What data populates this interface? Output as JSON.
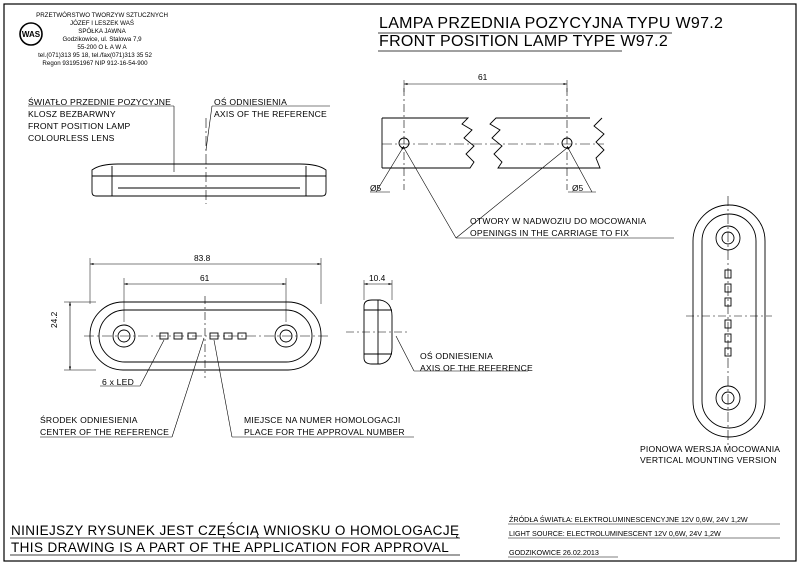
{
  "company": {
    "logo": "WAS",
    "lines": [
      "PRZETWÓRSTWO TWORZYW SZTUCZNYCH",
      "JÓZEF I LESZEK WAŚ",
      "SPÓŁKA JAWNA",
      "Godzikowice, ul. Stalowa 7,9",
      "55-200   O Ł A W A",
      "tel.(071)313 95 18, tel./fax(071)313 35 52",
      "Regon 931951967 NIP 912-16-54-900"
    ]
  },
  "title": {
    "pl": "LAMPA PRZEDNIA POZYCYJNA TYPU W97.2",
    "en": "FRONT POSITION LAMP TYPE W97.2"
  },
  "labels": {
    "lamp_pl1": "ŚWIATŁO PRZEDNIE POZYCYJNE",
    "lamp_pl2": "KLOSZ BEZBARWNY",
    "lamp_en1": "FRONT POSITION LAMP",
    "lamp_en2": "COLOURLESS LENS",
    "axis_pl": "OŚ ODNIESIENIA",
    "axis_en": "AXIS OF THE REFERENCE",
    "openings_pl": "OTWORY W NADWOZIU DO MOCOWANIA",
    "openings_en": "OPENINGS IN THE CARRIAGE TO FIX",
    "axis2_pl": "OŚ ODNIESIENIA",
    "axis2_en": "AXIS OF THE REFERENCE",
    "led": "6 x LED",
    "center_pl": "ŚRODEK ODNIESIENIA",
    "center_en": "CENTER OF THE REFERENCE",
    "approval_pl": "MIEJSCE NA NUMER HOMOLOGACJI",
    "approval_en": "PLACE FOR THE APPROVAL NUMBER",
    "vertical_pl": "PIONOWA WERSJA MOCOWANIA",
    "vertical_en": "VERTICAL MOUNTING VERSION"
  },
  "dimensions": {
    "hole_spacing_top": "61",
    "hole_left": "Ø5",
    "hole_right": "Ø5",
    "overall_length": "83.8",
    "hole_spacing": "61",
    "height": "24.2",
    "depth": "10.4"
  },
  "footer": {
    "note_pl": "NINIEJSZY RYSUNEK JEST CZĘŚCIĄ WNIOSKU O  HOMOLOGACJĘ",
    "note_en": "THIS DRAWING IS A PART OF THE APPLICATION FOR  APPROVAL",
    "source_pl": "ŹRÓDŁA ŚWIATŁA: ELEKTROLUMINESCENCYJNE  12V  0,6W, 24V  1,2W",
    "source_en": "LIGHT SOURCE: ELECTROLUMINESCENT  12V  0,6W, 24V  1,2W",
    "place_date": "GODZIKOWICE   26.02.2013"
  }
}
